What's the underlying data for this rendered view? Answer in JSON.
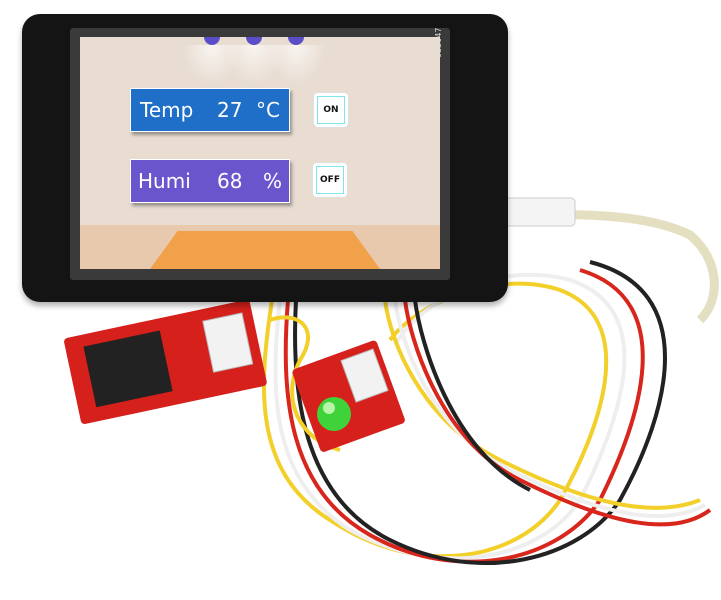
{
  "screen": {
    "temp": {
      "label": "Temp",
      "value": "27",
      "unit": "°C",
      "color": "#1f6fc8"
    },
    "humi": {
      "label": "Humi",
      "value": "68",
      "unit": "%",
      "color": "#6b55cc"
    },
    "on_button": "ON",
    "off_button": "OFF"
  },
  "device_label": "03S047"
}
